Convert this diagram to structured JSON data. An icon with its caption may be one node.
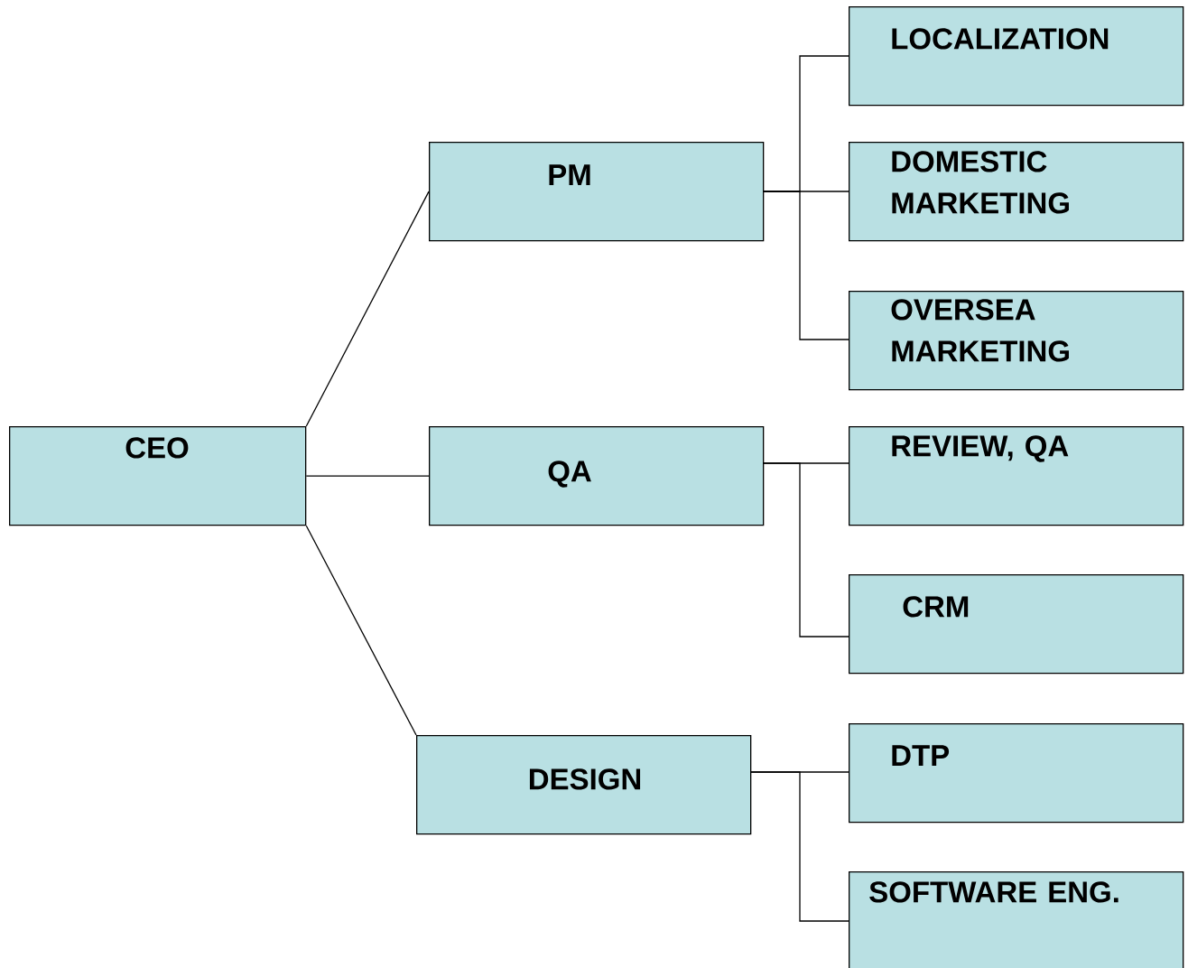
{
  "diagram": {
    "nodes": [
      {
        "text": [
          "CEO"
        ]
      },
      {
        "text": [
          "PM"
        ]
      },
      {
        "text": [
          "QA"
        ]
      },
      {
        "text": [
          "DESIGN"
        ]
      },
      {
        "text": [
          "LOCALIZATION"
        ]
      },
      {
        "text": [
          "DOMESTIC MARKETING"
        ]
      },
      {
        "text": [
          "OVERSEA MARKETING"
        ]
      },
      {
        "text": [
          "REVIEW, QA"
        ]
      },
      {
        "text": [
          "CRM"
        ]
      },
      {
        "text": [
          "DTP"
        ]
      },
      {
        "text": [
          "SOFTWARE ENG."
        ]
      }
    ],
    "edges": [
      {
        "from": 0,
        "to": 1,
        "arrow": "none"
      },
      {
        "from": 0,
        "to": 2,
        "arrow": "none"
      },
      {
        "from": 0,
        "to": 3,
        "arrow": "none"
      },
      {
        "from": 1,
        "to": 4,
        "arrow": "none"
      },
      {
        "from": 1,
        "to": 5,
        "arrow": "none"
      },
      {
        "from": 1,
        "to": 6,
        "arrow": "none"
      },
      {
        "from": 2,
        "to": 7,
        "arrow": "none"
      },
      {
        "from": 2,
        "to": 8,
        "arrow": "none"
      },
      {
        "from": 3,
        "to": 9,
        "arrow": "none"
      },
      {
        "from": 3,
        "to": 10,
        "arrow": "none"
      }
    ]
  }
}
